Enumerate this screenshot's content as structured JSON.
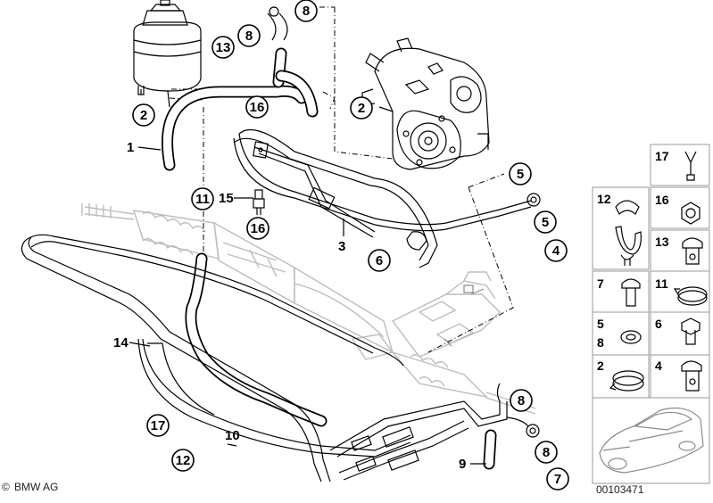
{
  "diagram": {
    "callouts": [
      {
        "label": "8"
      },
      {
        "label": "13"
      },
      {
        "label": "8"
      },
      {
        "label": "2"
      },
      {
        "label": "2"
      },
      {
        "label": "16"
      },
      {
        "label": "11"
      },
      {
        "label": "16"
      },
      {
        "label": "5"
      },
      {
        "label": "5"
      },
      {
        "label": "4"
      },
      {
        "label": "6"
      },
      {
        "label": "8"
      },
      {
        "label": "8"
      },
      {
        "label": "7"
      },
      {
        "label": "17"
      },
      {
        "label": "12"
      }
    ],
    "plain_labels": [
      {
        "label": "1"
      },
      {
        "label": "15"
      },
      {
        "label": "3"
      },
      {
        "label": "14"
      },
      {
        "label": "10"
      },
      {
        "label": "9"
      }
    ],
    "legend": [
      {
        "label": "17"
      },
      {
        "label": "12"
      },
      {
        "label": "16"
      },
      {
        "label": "13"
      },
      {
        "label": "7"
      },
      {
        "label": "11"
      },
      {
        "label": "5"
      },
      {
        "label": "8"
      },
      {
        "label": "6"
      },
      {
        "label": "2"
      },
      {
        "label": "4"
      }
    ],
    "footer": {
      "brand": "BMW AG",
      "copyright_symbol": "©",
      "drawing_number": "00103471"
    }
  }
}
